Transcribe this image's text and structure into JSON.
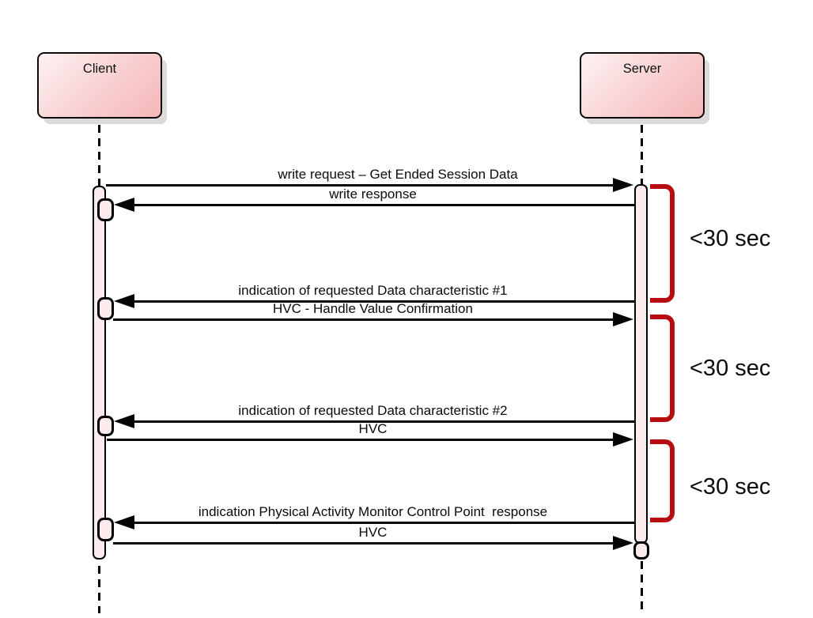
{
  "diagram": {
    "type": "sequence",
    "actors": [
      {
        "label": "Client"
      },
      {
        "label": "Server"
      }
    ],
    "messages": [
      {
        "label": "write request – Get Ended Session Data",
        "from": "Client",
        "to": "Server",
        "direction": "right"
      },
      {
        "label": "write response",
        "from": "Server",
        "to": "Client",
        "direction": "left"
      },
      {
        "label": "indication of requested Data characteristic #1",
        "from": "Server",
        "to": "Client",
        "direction": "left"
      },
      {
        "label": "HVC - Handle Value Confirmation",
        "from": "Client",
        "to": "Server",
        "direction": "right"
      },
      {
        "label": "indication of requested Data characteristic #2",
        "from": "Server",
        "to": "Client",
        "direction": "left"
      },
      {
        "label": "HVC",
        "from": "Client",
        "to": "Server",
        "direction": "right"
      },
      {
        "label": "indication Physical Activity Monitor Control Point  response",
        "from": "Server",
        "to": "Client",
        "direction": "left"
      },
      {
        "label": "HVC",
        "from": "Client",
        "to": "Server",
        "direction": "right"
      }
    ],
    "timers": [
      {
        "label": "<30 sec"
      },
      {
        "label": "<30 sec"
      },
      {
        "label": "<30 sec"
      }
    ],
    "colors": {
      "actor_fill_start": "#fdf2f2",
      "actor_fill_end": "#f5b7b9",
      "activation_fill": "#fcebec",
      "bracket_red": "#b70d11",
      "line_black": "#050505"
    }
  }
}
